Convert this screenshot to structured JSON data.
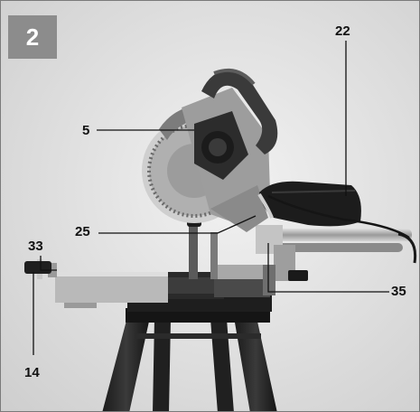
{
  "figure": {
    "number": "2",
    "callouts": [
      "22",
      "5",
      "25",
      "33",
      "35",
      "14"
    ]
  },
  "colors": {
    "badge": "#8c8c8c",
    "background": "#e4e4e4",
    "metal": "#b8b8b8",
    "dark": "#2a2a2a",
    "bag": "#1c1c1c"
  }
}
